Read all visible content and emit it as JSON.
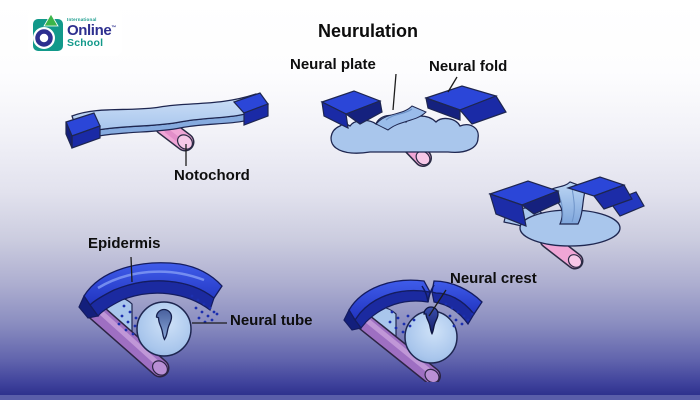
{
  "logo": {
    "brand_top": "International",
    "brand_main": "Online",
    "trademark": "™",
    "brand_sub": "School"
  },
  "title": "Neurulation",
  "labels": {
    "neural_plate": "Neural plate",
    "neural_fold": "Neural fold",
    "notochord": "Notochord",
    "epidermis": "Epidermis",
    "neural_tube": "Neural tube",
    "neural_crest": "Neural crest"
  },
  "colors": {
    "fold_blue_top": "#2b46d8",
    "fold_blue_front": "#1a2aa6",
    "fold_blue_dark": "#131f7c",
    "body_light_blue": "#a9c6ec",
    "body_highlight": "#c9ddf6",
    "notochord_pink": "#f0a6d6",
    "notochord_purple": "#9e6fc2",
    "outline_navy": "#1e2650",
    "label_text": "#0e0e0e",
    "logo_teal": "#12998a",
    "logo_navy": "#2d2f8f",
    "logo_green": "#3cb54a",
    "background_top": "#ffffff",
    "background_bottom": "#2d308c",
    "bottom_strip": "#5a5ea9"
  }
}
